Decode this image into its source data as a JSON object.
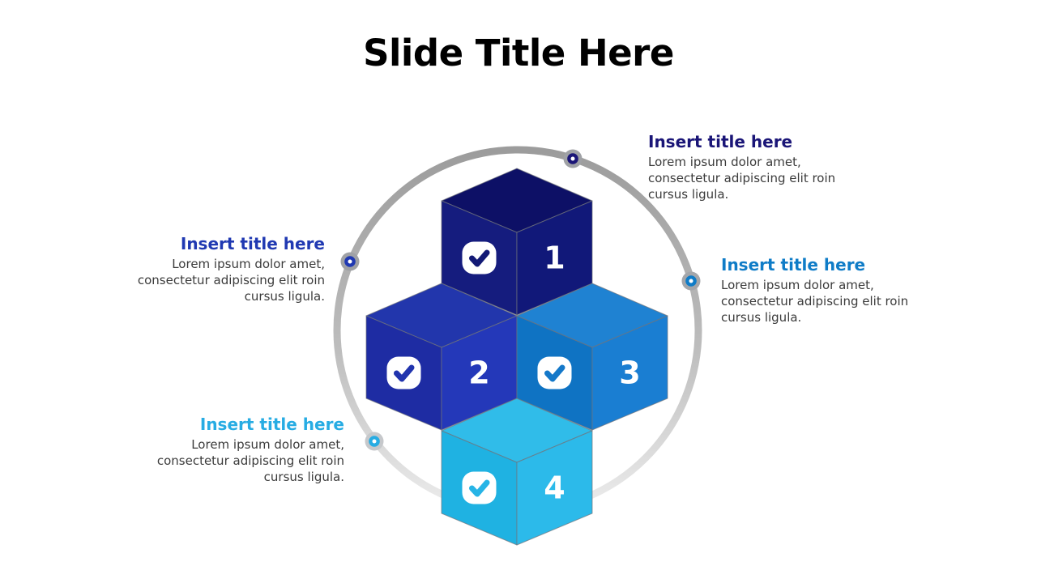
{
  "slide": {
    "title": "Slide Title Here",
    "background": "#ffffff"
  },
  "ring": {
    "stroke_top": "#9C9C9C",
    "stroke_mid": "#BDBDBD",
    "stroke_bottom": "#EDEDED"
  },
  "cubes": [
    {
      "number": "1",
      "icon": "check-icon",
      "faces": {
        "top": "#0D1066",
        "left": "#151C7E",
        "right": "#111879"
      },
      "check_color": "#131A76"
    },
    {
      "number": "2",
      "icon": "check-icon",
      "faces": {
        "top": "#2236AC",
        "left": "#1E2CA3",
        "right": "#2438B9"
      },
      "check_color": "#2134AE"
    },
    {
      "number": "3",
      "icon": "check-icon",
      "faces": {
        "top": "#1F82D2",
        "left": "#0F73C3",
        "right": "#1A7ED2"
      },
      "check_color": "#1478C9"
    },
    {
      "number": "4",
      "icon": "check-icon",
      "faces": {
        "top": "#30BCE9",
        "left": "#1FB2E2",
        "right": "#2CBAEA"
      },
      "check_color": "#27B4E6"
    }
  ],
  "callouts": [
    {
      "position": "top-right",
      "title": "Insert title here",
      "body": "Lorem ipsum dolor amet, consectetur adipiscing elit roin cursus ligula.",
      "accent": "#1A1577",
      "dot_ring": "#9FA1A5"
    },
    {
      "position": "left",
      "title": "Insert title here",
      "body": "Lorem ipsum dolor amet, consectetur adipiscing elit roin cursus ligula.",
      "accent": "#2039B2",
      "dot_ring": "#9FA1A5"
    },
    {
      "position": "right",
      "title": "Insert title here",
      "body": "Lorem ipsum dolor amet, consectetur adipiscing elit roin cursus ligula.",
      "accent": "#0F7CC7",
      "dot_ring": "#A4A6AA"
    },
    {
      "position": "bottom-left",
      "title": "Insert title here",
      "body": "Lorem ipsum dolor amet, consectetur adipiscing elit roin cursus ligula.",
      "accent": "#27ACE3",
      "dot_ring": "#C6C8CB"
    }
  ]
}
